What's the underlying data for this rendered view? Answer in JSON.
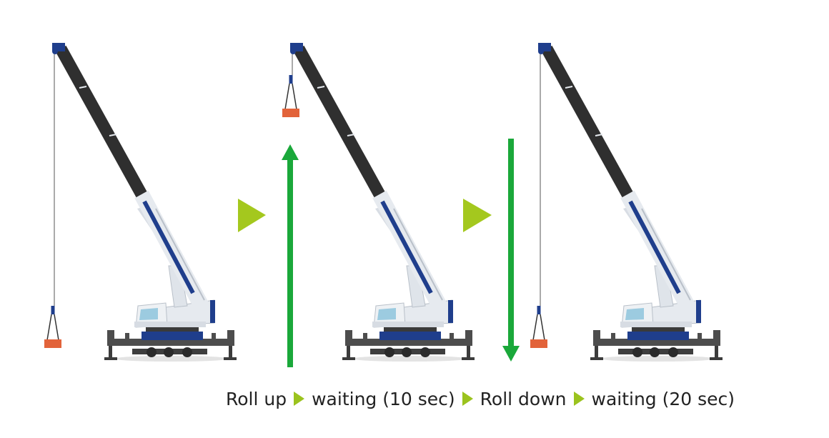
{
  "caption": {
    "steps": [
      "Roll up",
      "waiting (10 sec)",
      "Roll down",
      "waiting (20 sec)"
    ]
  },
  "colors": {
    "boom_dark": "#2f2f2f",
    "boom_blue": "#1f3e8c",
    "body_white": "#e6eaef",
    "outrigger": "#4a4a4a",
    "load": "#e2633a",
    "arrow_green": "#1aa83a",
    "chevron": "#a4c81e"
  },
  "icons": [
    "crane",
    "load-block",
    "up-arrow",
    "down-arrow",
    "next-chevron"
  ]
}
